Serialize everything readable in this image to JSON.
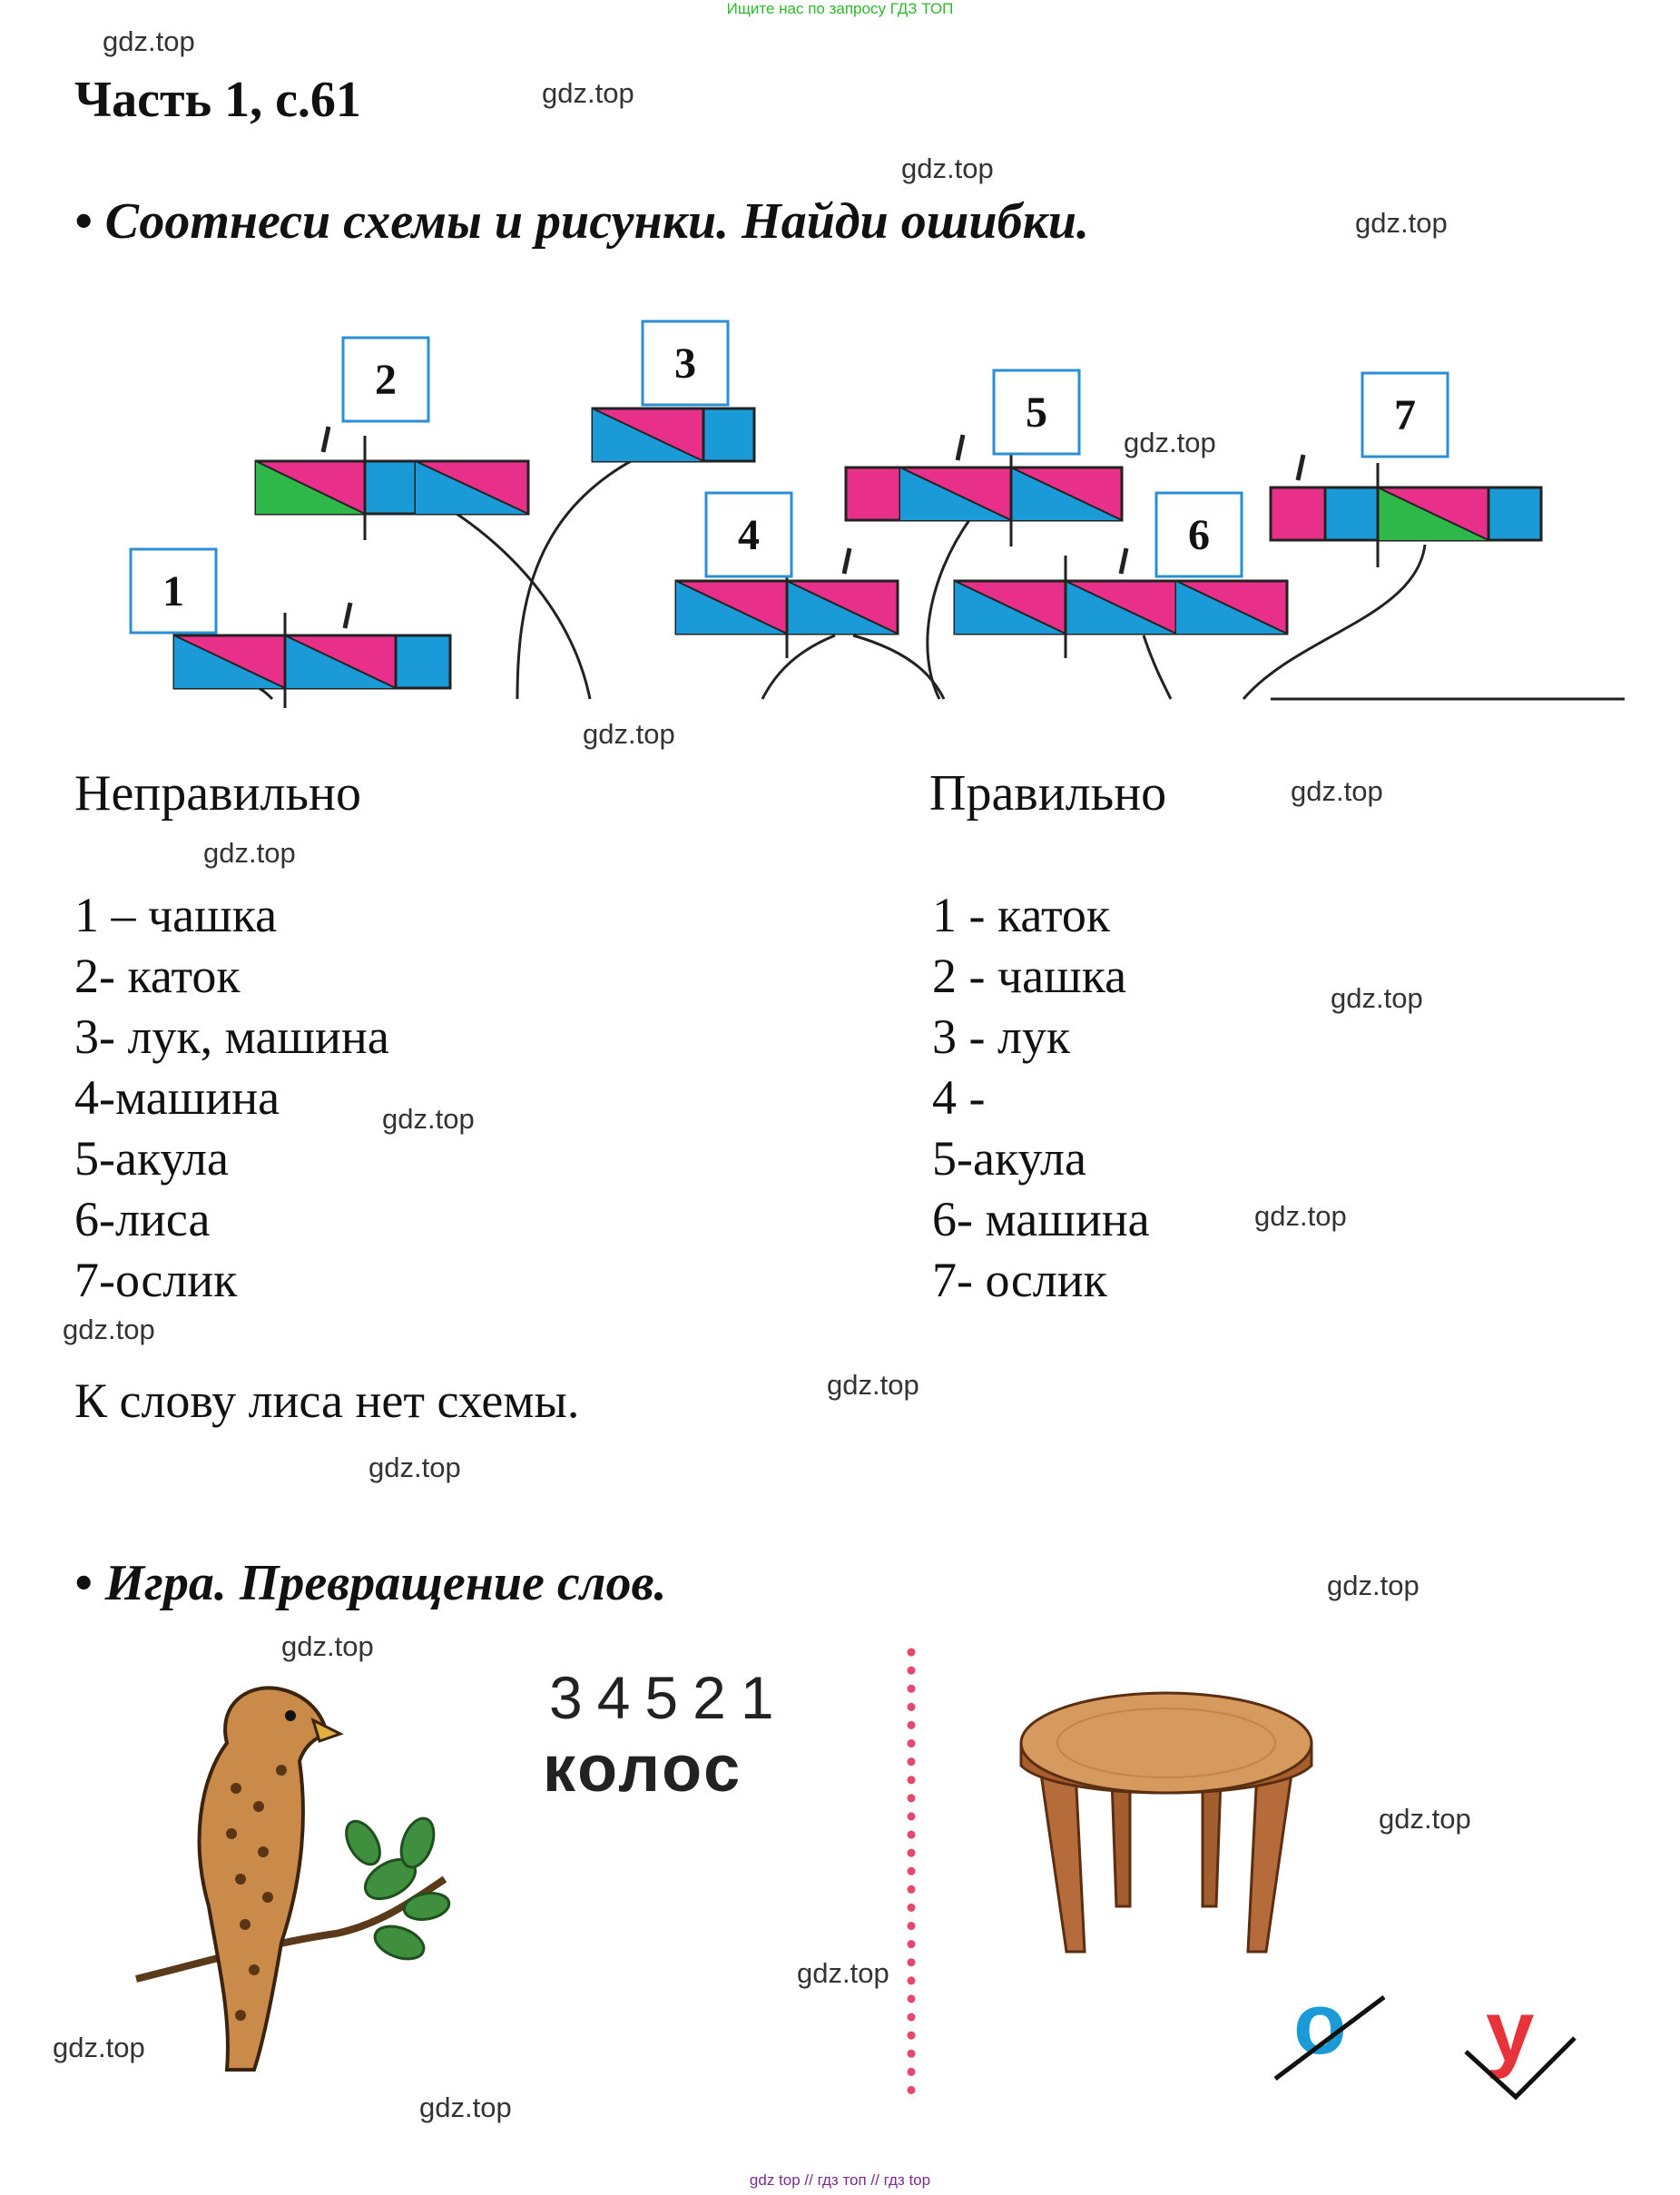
{
  "header": {
    "top_note": "Ищите нас по запросу ГДЗ ТОП"
  },
  "watermark": "gdz.top",
  "page_title": "Часть 1, с.61",
  "task1": {
    "title": "• Соотнеси схемы и рисунки. Найди ошибки."
  },
  "schemes": {
    "numbers": [
      "1",
      "2",
      "3",
      "4",
      "5",
      "6",
      "7"
    ],
    "colors": {
      "vowel": "#e8308a",
      "consonant_hard": "#1a9ad6",
      "consonant_soft": "#2fb84a",
      "frame_blue": "#2a8fd4"
    }
  },
  "columns": {
    "wrong_heading": "Неправильно",
    "right_heading": "Правильно",
    "wrong_items": [
      "1 – чашка",
      "2- каток",
      "3- лук, машина",
      "4-машина",
      "5-акула",
      "6-лиса",
      "7-ослик"
    ],
    "right_items": [
      "1 - каток",
      "2 - чашка",
      "3 - лук",
      "4 -",
      "5-акула",
      "6- машина",
      "7- ослик"
    ]
  },
  "note": "К слову лиса нет схемы.",
  "task2": {
    "title": "• Игра. Превращение слов.",
    "digits": "34521",
    "word": "колос",
    "letter_removed": "о",
    "letter_added": "у"
  },
  "footer": "gdz top // гдз топ // гдз top"
}
